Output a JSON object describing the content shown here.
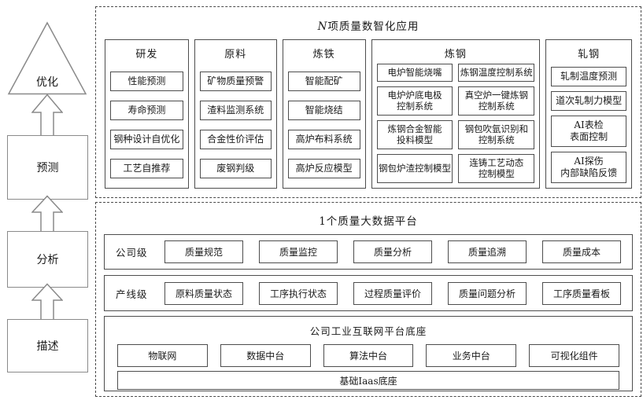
{
  "pyramid": {
    "levels": [
      "优化",
      "预测",
      "分析",
      "描述"
    ]
  },
  "applications": {
    "title_n": "N",
    "title_rest": "项质量数智化应用",
    "columns": [
      {
        "header": "研发",
        "items": [
          "性能预测",
          "寿命预测",
          "钢种设计自优化",
          "工艺自推荐"
        ]
      },
      {
        "header": "原料",
        "items": [
          "矿物质量预警",
          "渣料监测系统",
          "合金性价评估",
          "废钢判级"
        ]
      },
      {
        "header": "炼铁",
        "items": [
          "智能配矿",
          "智能烧结",
          "高炉布料系统",
          "高炉反应模型"
        ]
      },
      {
        "header": "炼钢",
        "items": [
          "电炉智能烧嘴",
          "炼钢温度控制系统",
          "电炉炉底电极\n控制系统",
          "真空炉一键炼钢\n控制系统",
          "炼钢合金智能\n投料模型",
          "钢包吹氩识别和\n控制系统",
          "钢包炉渣控制模型",
          "连铸工艺动态\n控制模型"
        ]
      },
      {
        "header": "轧钢",
        "items": [
          "轧制温度预测",
          "道次轧制力模型",
          "AI表检\n表面控制",
          "AI探伤\n内部缺陷反馈"
        ]
      }
    ]
  },
  "data_platform": {
    "title": "1个质量大数据平台",
    "rows": [
      {
        "label": "公司级",
        "items": [
          "质量规范",
          "质量监控",
          "质量分析",
          "质量追溯",
          "质量成本"
        ]
      },
      {
        "label": "产线级",
        "items": [
          "原料质量状态",
          "工序执行状态",
          "过程质量评价",
          "质量问题分析",
          "工序质量看板"
        ]
      }
    ]
  },
  "platform_base": {
    "title": "公司工业互联网平台底座",
    "items": [
      "物联网",
      "数据中台",
      "算法中台",
      "业务中台",
      "可视化组件"
    ],
    "base": "基础Iaas底座"
  }
}
